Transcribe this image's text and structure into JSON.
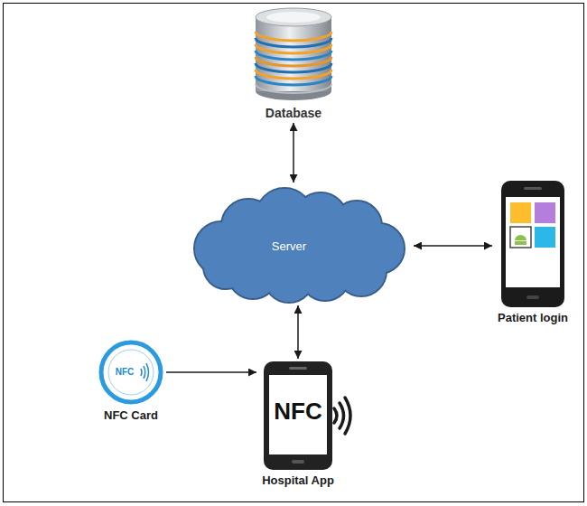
{
  "diagram": {
    "nodes": [
      {
        "text": [
          "Database"
        ]
      },
      {
        "text": [
          "Server"
        ]
      },
      {
        "text": [
          "Patient login"
        ]
      },
      {
        "text": [
          "NFC",
          "NFC Card"
        ]
      },
      {
        "text": [
          "NFC",
          "Hospital App"
        ]
      }
    ],
    "edges": [
      {
        "from": 0,
        "to": 1,
        "arrow": "both"
      },
      {
        "from": 1,
        "to": 2,
        "arrow": "both"
      },
      {
        "from": 1,
        "to": 4,
        "arrow": "both"
      },
      {
        "from": 3,
        "to": 4,
        "arrow": "to"
      }
    ]
  }
}
